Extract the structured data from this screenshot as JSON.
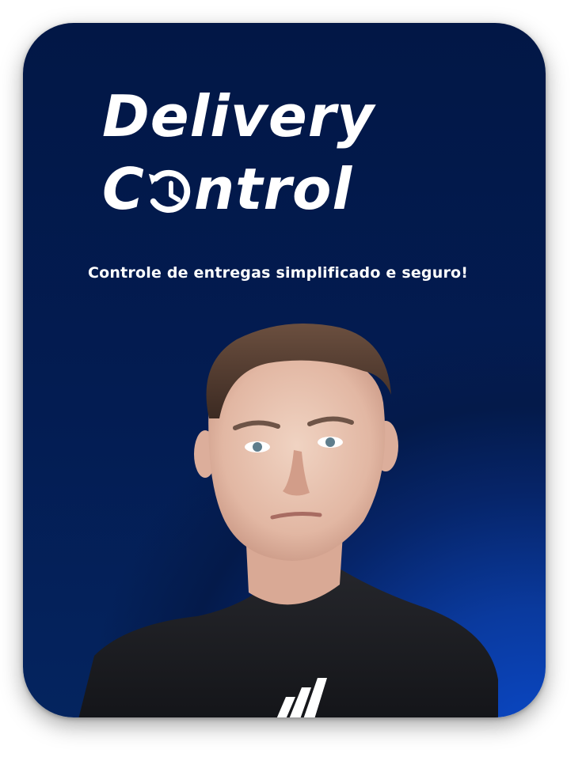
{
  "brand": {
    "line1": "Delivery",
    "line2_prefix": "C",
    "line2_suffix": "ntrol",
    "clock_icon": "clock-rewind-icon"
  },
  "tagline": "Controle de entregas simplificado e seguro!",
  "colors": {
    "card_dark": "#021746",
    "card_glow": "#0a47c4",
    "text": "#ffffff",
    "shirt": "#1b1c20"
  },
  "portrait": {
    "description_icon": "person-portrait-icon"
  }
}
